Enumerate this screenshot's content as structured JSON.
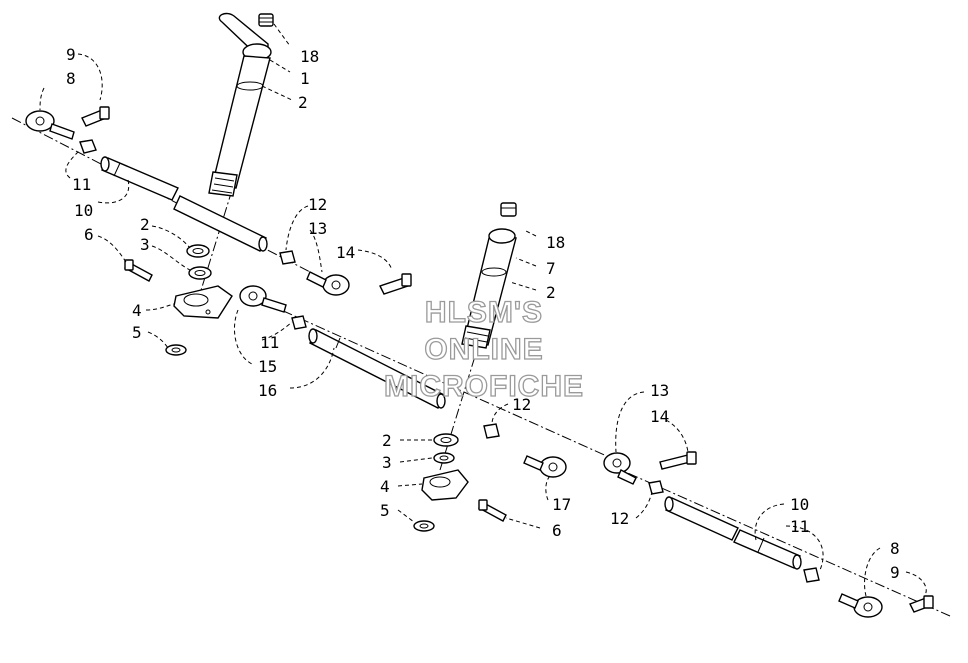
{
  "watermark": {
    "line1": "HLSM'S",
    "line2": "ONLINE",
    "line3": "MICROFICHE"
  },
  "callouts": [
    {
      "id": "c1",
      "text": "9"
    },
    {
      "id": "c2",
      "text": "8"
    },
    {
      "id": "c3",
      "text": "18"
    },
    {
      "id": "c4",
      "text": "1"
    },
    {
      "id": "c5",
      "text": "2"
    },
    {
      "id": "c6",
      "text": "11"
    },
    {
      "id": "c7",
      "text": "10"
    },
    {
      "id": "c8",
      "text": "12"
    },
    {
      "id": "c9",
      "text": "13"
    },
    {
      "id": "c10",
      "text": "14"
    },
    {
      "id": "c11",
      "text": "6"
    },
    {
      "id": "c12",
      "text": "2"
    },
    {
      "id": "c13",
      "text": "3"
    },
    {
      "id": "c14",
      "text": "4"
    },
    {
      "id": "c15",
      "text": "5"
    },
    {
      "id": "c16",
      "text": "11"
    },
    {
      "id": "c17",
      "text": "15"
    },
    {
      "id": "c18",
      "text": "16"
    },
    {
      "id": "c19",
      "text": "18"
    },
    {
      "id": "c20",
      "text": "7"
    },
    {
      "id": "c21",
      "text": "2"
    },
    {
      "id": "c22",
      "text": "12"
    },
    {
      "id": "c23",
      "text": "2"
    },
    {
      "id": "c24",
      "text": "3"
    },
    {
      "id": "c25",
      "text": "4"
    },
    {
      "id": "c26",
      "text": "5"
    },
    {
      "id": "c27",
      "text": "17"
    },
    {
      "id": "c28",
      "text": "6"
    },
    {
      "id": "c29",
      "text": "13"
    },
    {
      "id": "c30",
      "text": "14"
    },
    {
      "id": "c31",
      "text": "12"
    },
    {
      "id": "c32",
      "text": "10"
    },
    {
      "id": "c33",
      "text": "11"
    },
    {
      "id": "c34",
      "text": "8"
    },
    {
      "id": "c35",
      "text": "9"
    }
  ]
}
